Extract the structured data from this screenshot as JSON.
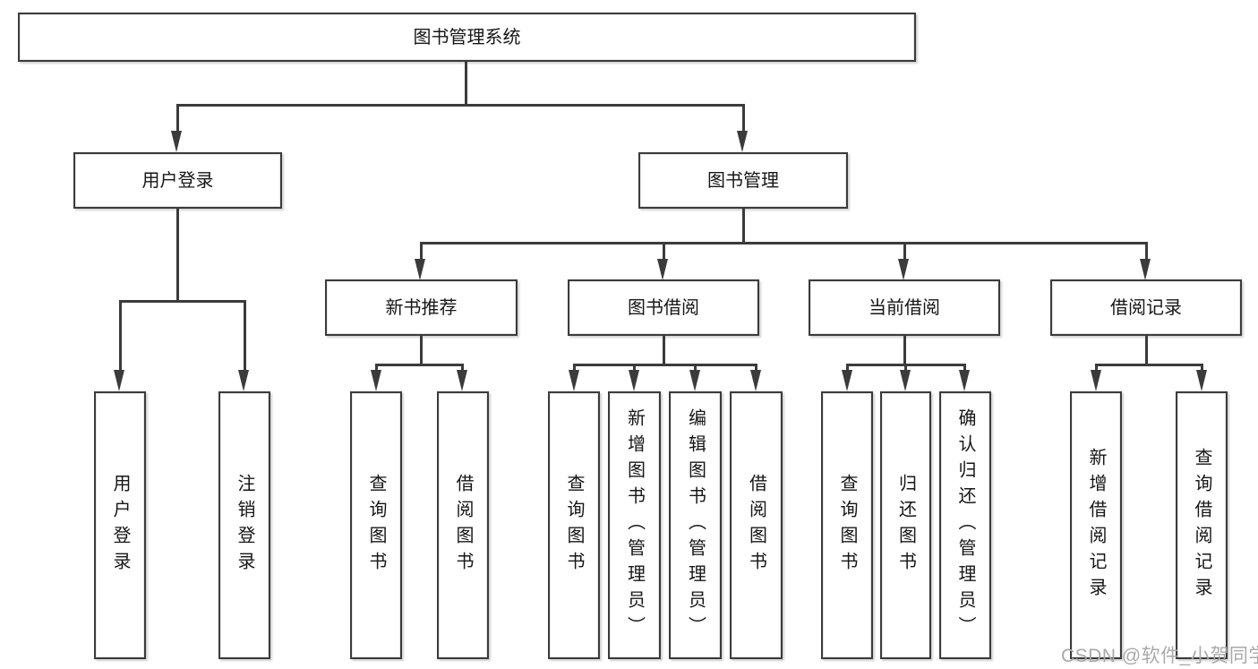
{
  "tree": {
    "root": {
      "label": "图书管理系统"
    },
    "level2": [
      {
        "label": "用户登录"
      },
      {
        "label": "图书管理"
      }
    ],
    "level3": [
      {
        "label": "新书推荐"
      },
      {
        "label": "图书借阅"
      },
      {
        "label": "当前借阅"
      },
      {
        "label": "借阅记录"
      }
    ],
    "leaves": {
      "user_login": [
        {
          "label": "用户登录"
        },
        {
          "label": "注销登录"
        }
      ],
      "new_book": [
        {
          "label": "查询图书"
        },
        {
          "label": "借阅图书"
        }
      ],
      "borrow": [
        {
          "label": "查询图书"
        },
        {
          "label": "新增图书（管理员）"
        },
        {
          "label": "编辑图书（管理员）"
        },
        {
          "label": "借阅图书"
        }
      ],
      "current": [
        {
          "label": "查询图书"
        },
        {
          "label": "归还图书"
        },
        {
          "label": "确认归还（管理员）"
        }
      ],
      "records": [
        {
          "label": "新增借阅记录"
        },
        {
          "label": "查询借阅记录"
        }
      ]
    }
  },
  "watermark": {
    "text": "CSDN @软件_小贺同学"
  },
  "colors": {
    "line": "#3b3b3b",
    "box_border": "#3b3b3b",
    "text": "#161616",
    "watermark": "#a9a9a9",
    "background": "#ffffff"
  }
}
